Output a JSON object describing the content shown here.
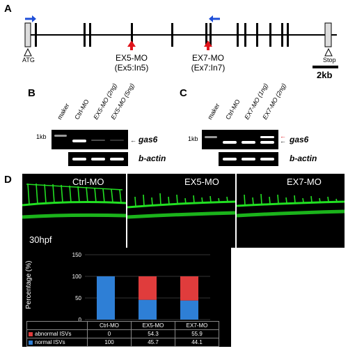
{
  "panels": {
    "A": "A",
    "B": "B",
    "C": "C",
    "D": "D"
  },
  "gene_map": {
    "atg": "ATG",
    "stop": "Stop",
    "scale": "2kb",
    "ex5_mo": "EX5-MO",
    "ex5_site": "(Ex5:In5)",
    "ex7_mo": "EX7-MO",
    "ex7_site": "(Ex7:In7)",
    "primer_color": "#1f4fd8",
    "mo_arrow_color": "#e0141b"
  },
  "gel_b": {
    "lanes": [
      "maker",
      "Ctrl-MO",
      "EX5-MO (2ng)",
      "EX5-MO (5ng)"
    ],
    "marker": "1kb",
    "gene": "gas6",
    "control": "b-actin"
  },
  "gel_c": {
    "lanes": [
      "maker",
      "Ctrl-MO",
      "EX7-MO (1ng)",
      "EX7-MO (2ng)"
    ],
    "marker": "1kb",
    "gene": "gas6",
    "control": "b-actin"
  },
  "images": {
    "ctrl": "Ctrl-MO",
    "ex5": "EX5-MO",
    "ex7": "EX7-MO",
    "stage": "30hpf",
    "vessel_color": "#22e022"
  },
  "chart_data": {
    "type": "bar",
    "stacked": true,
    "categories": [
      "Ctrl-MO",
      "EX5-MO",
      "EX7-MO"
    ],
    "series": [
      {
        "name": "abnormal ISVs",
        "values": [
          0,
          54.3,
          55.9
        ],
        "color": "#e03c3c"
      },
      {
        "name": "normal ISVs",
        "values": [
          100,
          45.7,
          44.1
        ],
        "color": "#2e7fd6"
      }
    ],
    "table_values": {
      "abnormal": [
        "0",
        "54.3",
        "55.9"
      ],
      "normal": [
        "100",
        "45.7",
        "44.1"
      ]
    },
    "ylabel": "Percentage (%)",
    "ylim": [
      0,
      150
    ],
    "yticks": [
      "0",
      "50",
      "100",
      "150"
    ]
  }
}
